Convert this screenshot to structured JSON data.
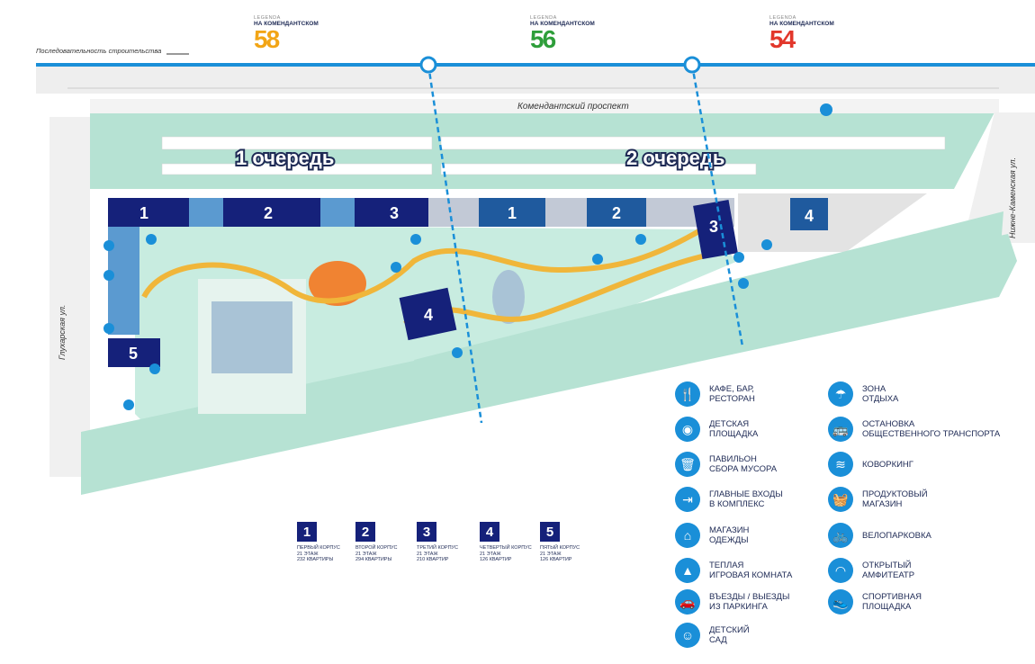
{
  "header": {
    "sequence_label": "Последовательность строительства",
    "logos": [
      {
        "brand": "LEGENDA",
        "subtitle": "НА КОМЕНДАНТСКОМ",
        "number": "58",
        "colors": [
          "#f2a516",
          "#1a56c9"
        ]
      },
      {
        "brand": "LEGENDA",
        "subtitle": "НА КОМЕНДАНТСКОМ",
        "number": "56",
        "colors": [
          "#2e9e3a",
          "#1a56c9"
        ]
      },
      {
        "brand": "LEGENDA",
        "subtitle": "НА КОМЕНДАНТСКОМ",
        "number": "54",
        "colors": [
          "#e2372b",
          "#c73fa0"
        ]
      }
    ]
  },
  "map": {
    "street_top": "Комендантский проспект",
    "street_left": "Глухарская ул.",
    "street_right": "Нижне-Каменская ул.",
    "phase_1": "1 очередь",
    "phase_2": "2 очередь",
    "phase1_buildings": [
      "1",
      "2",
      "3",
      "4",
      "5"
    ],
    "phase2_buildings": [
      "1",
      "2",
      "3",
      "4"
    ]
  },
  "legend": [
    {
      "icon": "fork-knife-icon",
      "glyph": "🍴",
      "lines": [
        "КАФЕ, БАР,",
        "РЕСТОРАН"
      ]
    },
    {
      "icon": "playground-icon",
      "glyph": "◉",
      "lines": [
        "ДЕТСКАЯ",
        "ПЛОЩАДКА"
      ]
    },
    {
      "icon": "trash-icon",
      "glyph": "🗑",
      "lines": [
        "ПАВИЛЬОН",
        "СБОРА МУСОРА"
      ]
    },
    {
      "icon": "entrance-icon",
      "glyph": "⇥",
      "lines": [
        "ГЛАВНЫЕ ВХОДЫ",
        "В КОМПЛЕКС"
      ]
    },
    {
      "icon": "hanger-icon",
      "glyph": "⌂",
      "lines": [
        "МАГАЗИН",
        "ОДЕЖДЫ"
      ]
    },
    {
      "icon": "playroom-icon",
      "glyph": "▲",
      "lines": [
        "ТЕПЛАЯ",
        "ИГРОВАЯ КОМНАТА"
      ]
    },
    {
      "icon": "car-icon",
      "glyph": "🚗",
      "lines": [
        "ВЪЕЗДЫ / ВЫЕЗДЫ",
        "ИЗ ПАРКИНГА"
      ]
    },
    {
      "icon": "kindergarten-icon",
      "glyph": "☺",
      "lines": [
        "ДЕТСКИЙ",
        "САД"
      ]
    },
    {
      "icon": "umbrella-icon",
      "glyph": "☂",
      "lines": [
        "ЗОНА",
        "ОТДЫХА"
      ]
    },
    {
      "icon": "bus-icon",
      "glyph": "🚌",
      "lines": [
        "ОСТАНОВКА",
        "ОБЩЕСТВЕННОГО ТРАНСПОРТА"
      ]
    },
    {
      "icon": "wifi-icon",
      "glyph": "≋",
      "lines": [
        "КОВОРКИНГ",
        ""
      ]
    },
    {
      "icon": "basket-icon",
      "glyph": "🧺",
      "lines": [
        "ПРОДУКТОВЫЙ",
        "МАГАЗИН"
      ]
    },
    {
      "icon": "bicycle-icon",
      "glyph": "🚲",
      "lines": [
        "ВЕЛОПАРКОВКА",
        ""
      ]
    },
    {
      "icon": "amphitheatre-icon",
      "glyph": "◠",
      "lines": [
        "ОТКРЫТЫЙ",
        "АМФИТЕАТР"
      ]
    },
    {
      "icon": "sneaker-icon",
      "glyph": "👟",
      "lines": [
        "СПОРТИВНАЯ",
        "ПЛОЩАДКА"
      ]
    }
  ],
  "building_key": [
    {
      "num": "1",
      "lines": [
        "ПЕРВЫЙ КОРПУС",
        "21 ЭТАЖ",
        "232 КВАРТИРЫ"
      ]
    },
    {
      "num": "2",
      "lines": [
        "ВТОРОЙ КОРПУС",
        "21 ЭТАЖ",
        "294 КВАРТИРЫ"
      ]
    },
    {
      "num": "3",
      "lines": [
        "ТРЕТИЙ КОРПУС",
        "21 ЭТАЖ",
        "210 КВАРТИР"
      ]
    },
    {
      "num": "4",
      "lines": [
        "ЧЕТВЕРТЫЙ КОРПУС",
        "21 ЭТАЖ",
        "126 КВАРТИР"
      ]
    },
    {
      "num": "5",
      "lines": [
        "ПЯТЫЙ КОРПУС",
        "21 ЭТАЖ",
        "126 КВАРТИР"
      ]
    }
  ],
  "colors": {
    "building_dark": "#15217a",
    "building_mid": "#1f5a9e",
    "building_light": "#5b9ad0",
    "green": "#b6e2d3",
    "path": "#f0b63a",
    "road": "#eeeeee",
    "line_blue": "#1a8fd8"
  }
}
